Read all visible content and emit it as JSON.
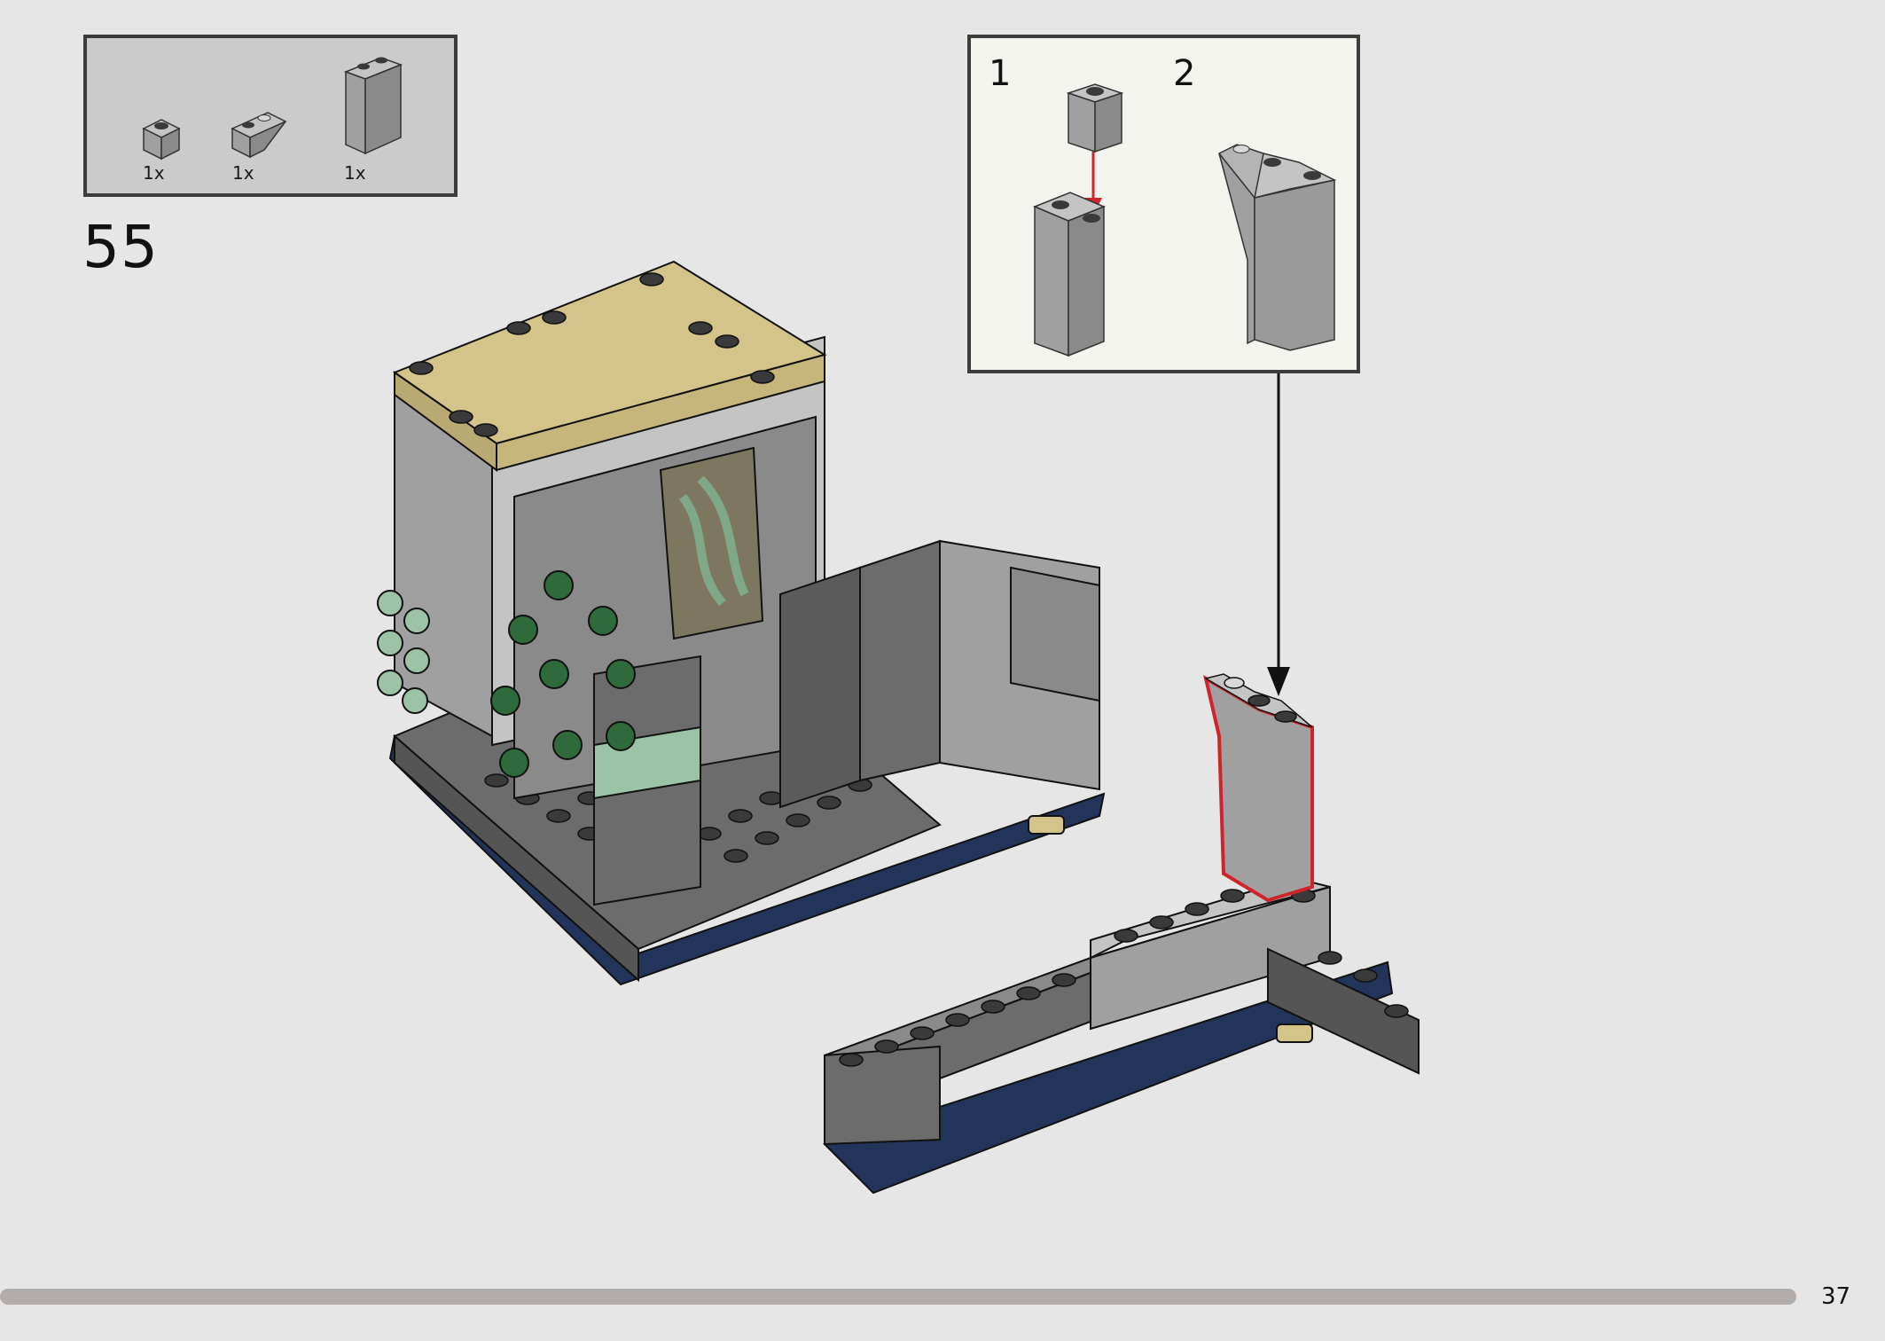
{
  "step": {
    "number": "55"
  },
  "parts_list": {
    "items": [
      {
        "icon": "brick-1x1-icon",
        "quantity": "1x",
        "color": "#a0a0a0"
      },
      {
        "icon": "slope-brick-1x2-icon",
        "quantity": "1x",
        "color": "#a0a0a0"
      },
      {
        "icon": "brick-1x2x3-icon",
        "quantity": "1x",
        "color": "#a0a0a0"
      }
    ]
  },
  "subassembly": {
    "steps": [
      {
        "number": "1"
      },
      {
        "number": "2"
      }
    ],
    "highlight_color": "#d0242c"
  },
  "colors": {
    "dark_gray": "#6c6c6c",
    "light_gray": "#a0a0a0",
    "tan": "#d4c48a",
    "sand_green": "#9dc3a7",
    "dark_green": "#2f6b3a",
    "dark_blue": "#22345a"
  },
  "footer": {
    "page_number": "37"
  }
}
